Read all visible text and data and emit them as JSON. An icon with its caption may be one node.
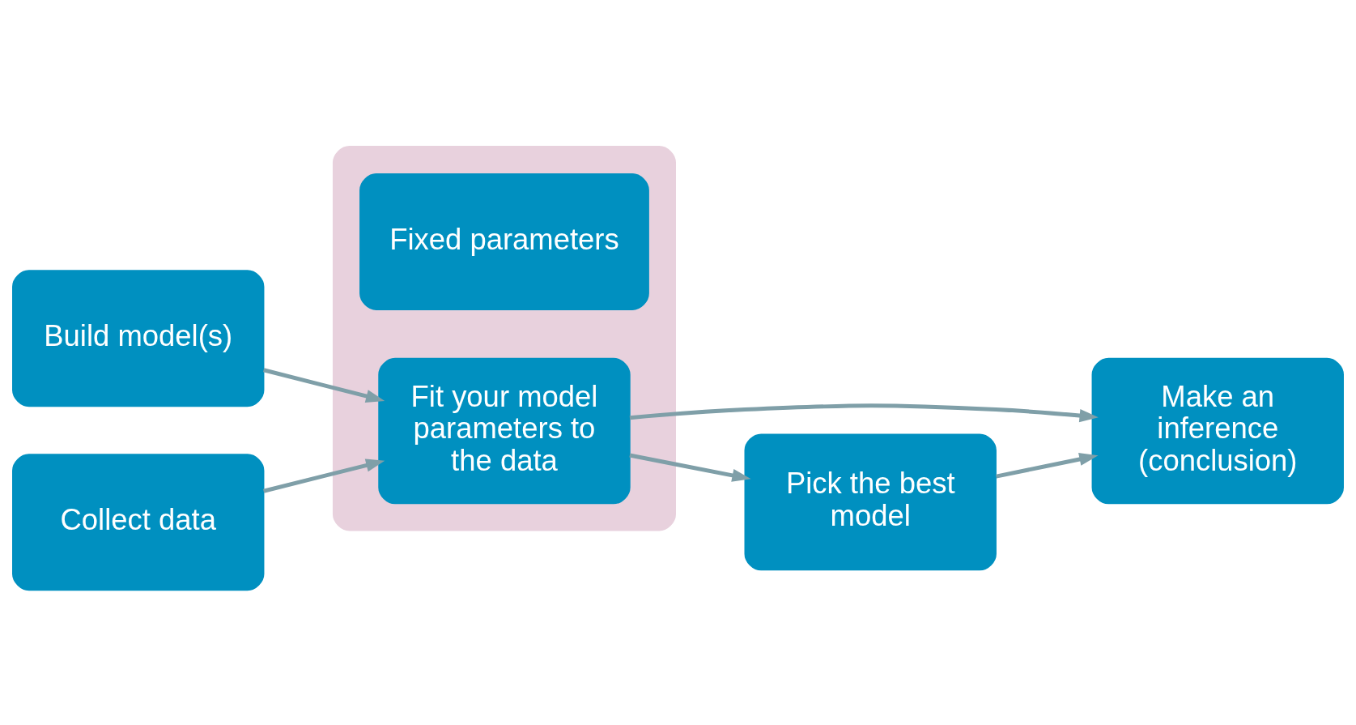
{
  "diagram": {
    "nodes": [
      {
        "text": [
          "Build model(s)"
        ]
      },
      {
        "text": [],
        "shape": "box"
      },
      {
        "text": [
          "Fixed parameters"
        ],
        "in": 1
      },
      {
        "text": [
          "Fit your model parameters to the data"
        ],
        "in": 1
      },
      {
        "text": [
          "Make an inference (conclusion)"
        ]
      },
      {
        "text": [
          "Collect data"
        ]
      },
      {
        "text": [
          "Pick the best model"
        ]
      }
    ],
    "edges": [
      {
        "from": 0,
        "to": 3,
        "arrow": "to"
      },
      {
        "from": 5,
        "to": 3,
        "arrow": "to"
      },
      {
        "from": 3,
        "to": 4,
        "arrow": "to"
      },
      {
        "from": 3,
        "to": 6,
        "arrow": "to"
      },
      {
        "from": 6,
        "to": 4,
        "arrow": "to"
      }
    ]
  }
}
